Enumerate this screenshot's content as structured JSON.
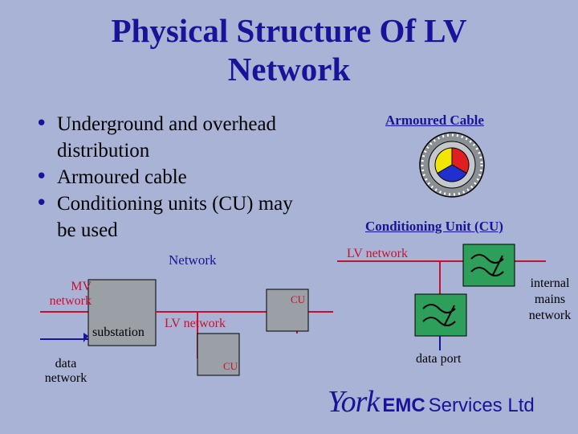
{
  "title": "Physical Structure Of LV Network",
  "bullets": [
    "Underground and overhead distribution",
    "Armoured cable",
    "Conditioning units (CU) may be used"
  ],
  "armoured_cable_label": "Armoured Cable",
  "conditioning_unit_label": "Conditioning Unit (CU)",
  "network_label": "Network",
  "mv_network": "MV network",
  "data_network": "data network",
  "substation": "substation",
  "lv_network_left": "LV network",
  "cu_label_top": "CU",
  "cu_label_bottom": "CU",
  "lv_network_right": "LV network",
  "internal_mains_network": "internal mains network",
  "data_port": "data port",
  "logo": {
    "york": "York",
    "emc": "EMC",
    "services": "Services Ltd"
  },
  "colors": {
    "background": "#a9b3d6",
    "title": "#1a1299",
    "line_red": "#c8102e",
    "box_gray": "#9aa0a6",
    "cu_green": "#2e9e5b"
  }
}
